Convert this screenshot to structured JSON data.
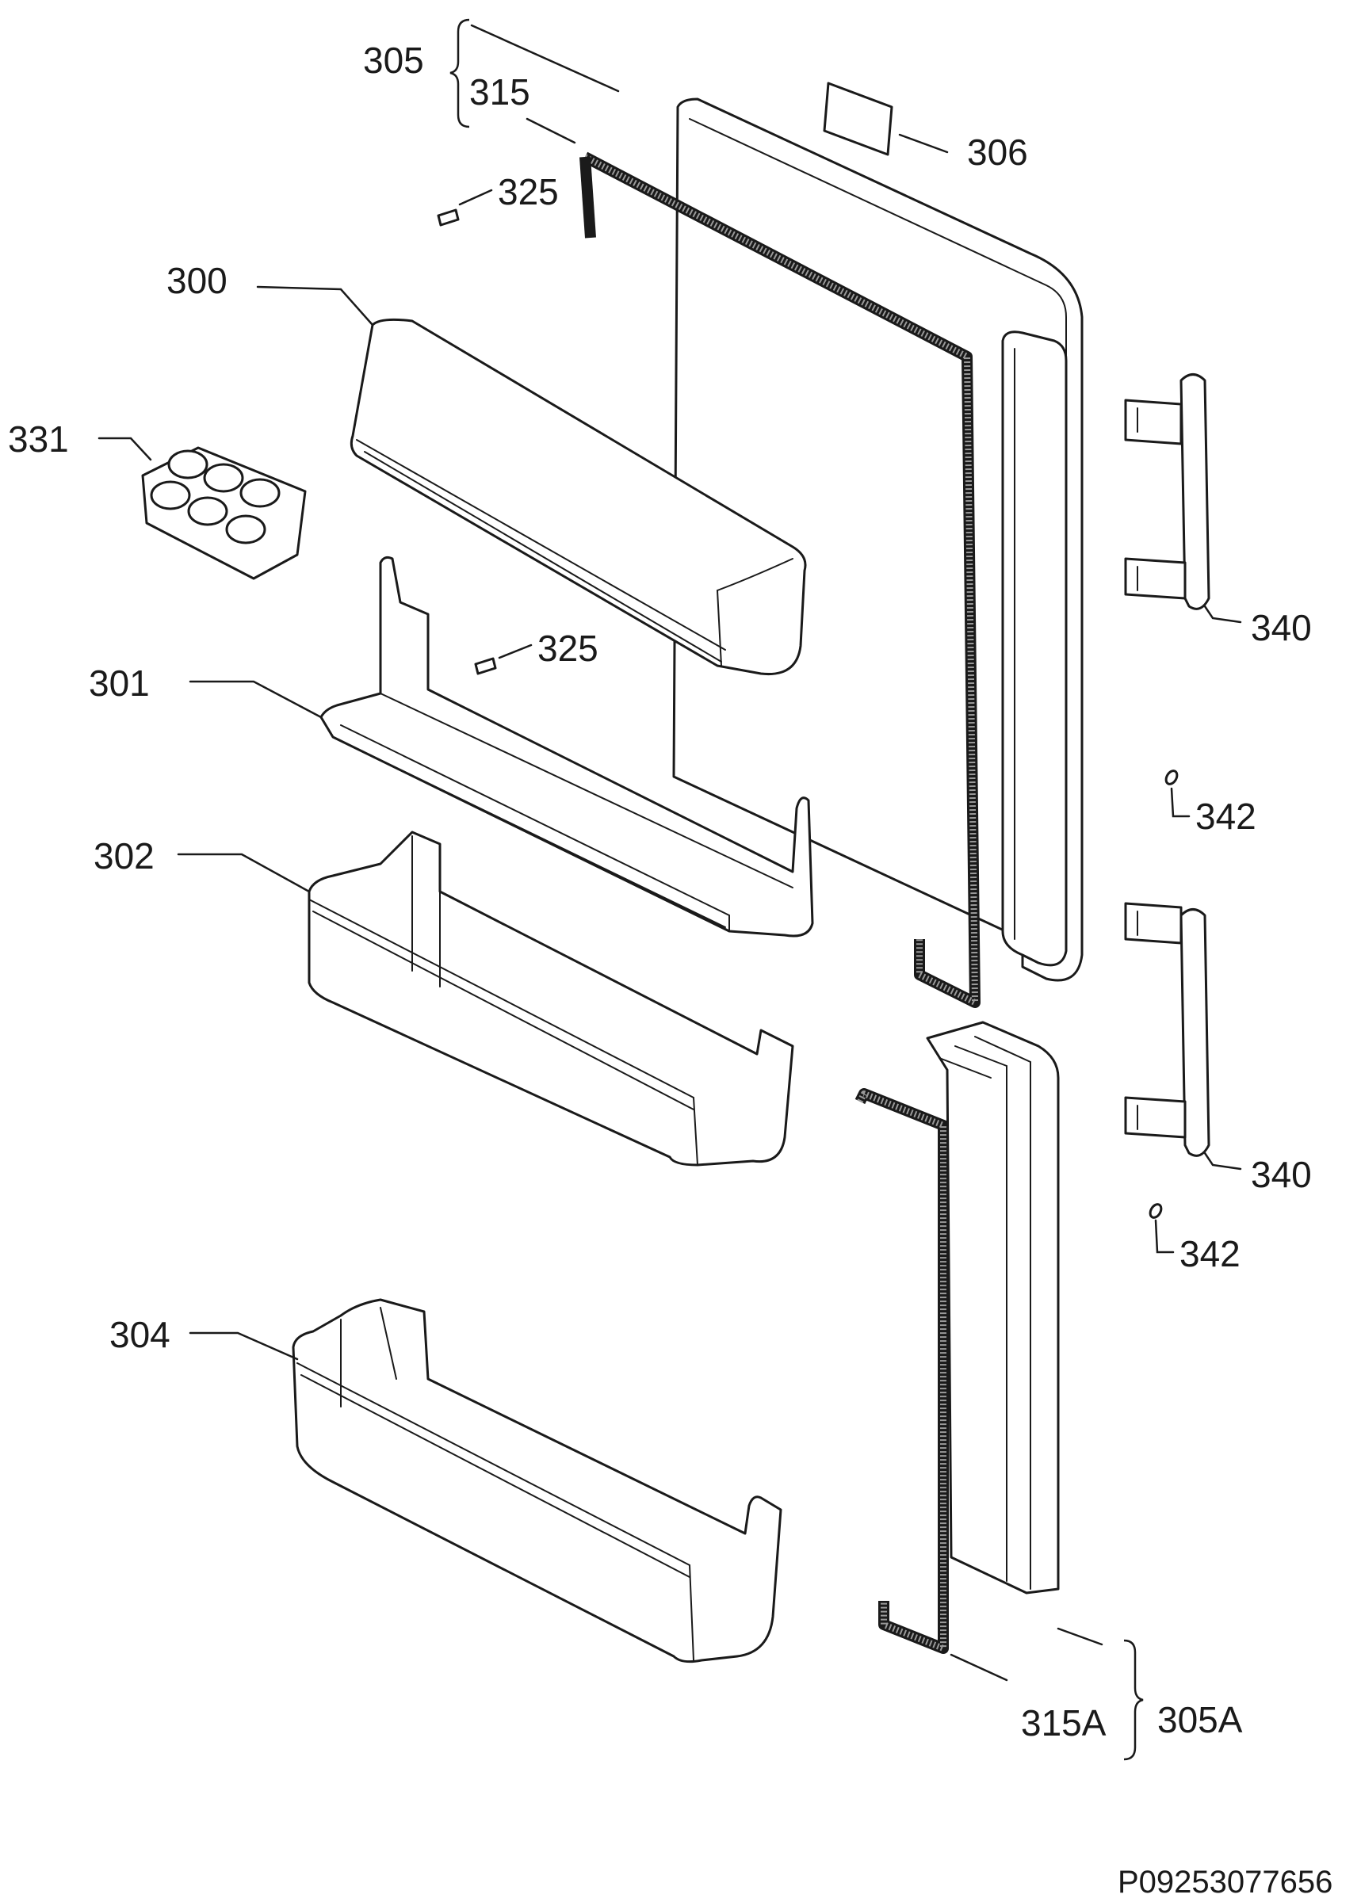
{
  "labels": {
    "p305": "305",
    "p315": "315",
    "p306": "306",
    "p325a": "325",
    "p325b": "325",
    "p300": "300",
    "p331": "331",
    "p301": "301",
    "p302": "302",
    "p304": "304",
    "p340a": "340",
    "p340b": "340",
    "p342a": "342",
    "p342b": "342",
    "p315A": "315A",
    "p305A": "305A"
  },
  "drawing_code": "P09253077656"
}
